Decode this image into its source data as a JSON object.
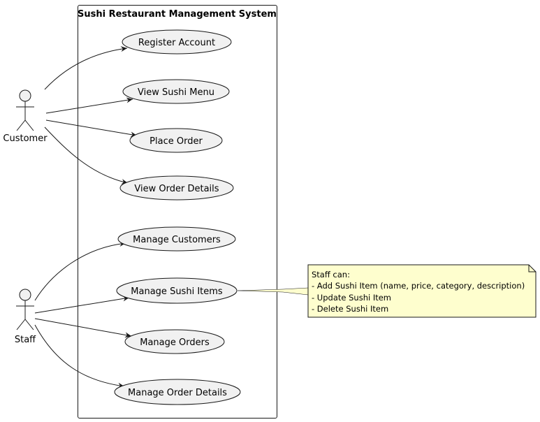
{
  "system": {
    "title": "Sushi Restaurant Management System"
  },
  "actors": {
    "customer": {
      "label": "Customer"
    },
    "staff": {
      "label": "Staff"
    }
  },
  "use_cases": {
    "register_account": "Register Account",
    "view_sushi_menu": "View Sushi Menu",
    "place_order": "Place Order",
    "view_order_details": "View Order Details",
    "manage_customers": "Manage Customers",
    "manage_sushi_items": "Manage Sushi Items",
    "manage_orders": "Manage Orders",
    "manage_order_details": "Manage Order Details"
  },
  "note": {
    "lines": [
      "Staff can:",
      "- Add Sushi Item (name, price, category, description)",
      "- Update Sushi Item",
      "- Delete Sushi Item"
    ]
  },
  "colors": {
    "usecase_fill": "#f1f1f1",
    "note_fill": "#fefece",
    "stroke": "#181818"
  }
}
